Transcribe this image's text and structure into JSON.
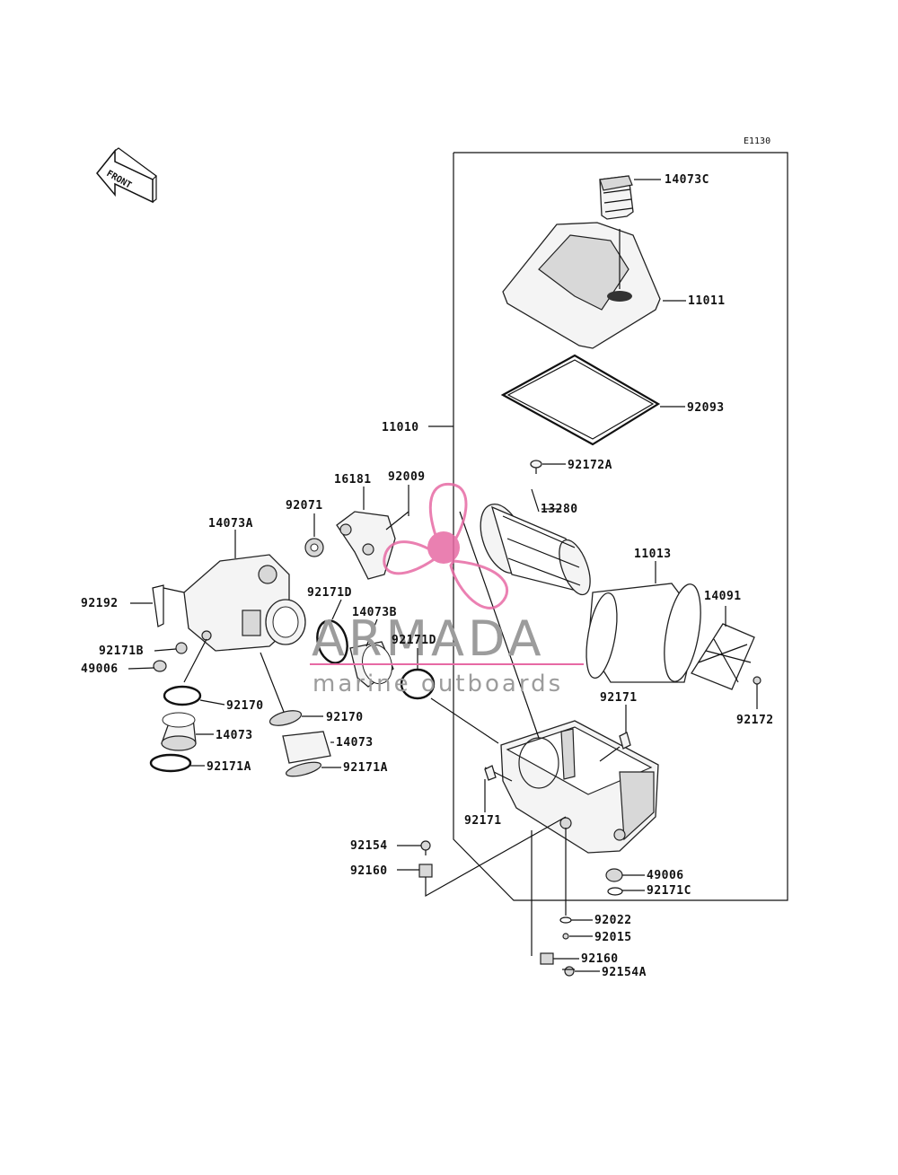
{
  "diagram_code": "E1130",
  "front_label": "FRONT",
  "watermark": {
    "brand": "ARMADA",
    "tagline": "marine outboards",
    "color": "#e76aa4"
  },
  "parts": [
    {
      "id": "p14073C",
      "label": "14073C"
    },
    {
      "id": "p11011",
      "label": "11011"
    },
    {
      "id": "p92093",
      "label": "92093"
    },
    {
      "id": "p11010",
      "label": "11010"
    },
    {
      "id": "p92172A",
      "label": "92172A"
    },
    {
      "id": "p16181",
      "label": "16181"
    },
    {
      "id": "p92009",
      "label": "92009"
    },
    {
      "id": "p92071",
      "label": "92071"
    },
    {
      "id": "p13280",
      "label": "13280"
    },
    {
      "id": "p14073A",
      "label": "14073A"
    },
    {
      "id": "p11013",
      "label": "11013"
    },
    {
      "id": "p14091",
      "label": "14091"
    },
    {
      "id": "p92192",
      "label": "92192"
    },
    {
      "id": "p92171D_a",
      "label": "92171D"
    },
    {
      "id": "p14073B",
      "label": "14073B"
    },
    {
      "id": "p92171D_b",
      "label": "92171D"
    },
    {
      "id": "p92171B",
      "label": "92171B"
    },
    {
      "id": "p49006_a",
      "label": "49006"
    },
    {
      "id": "p92171_a",
      "label": "92171"
    },
    {
      "id": "p92172",
      "label": "92172"
    },
    {
      "id": "p92170_a",
      "label": "92170"
    },
    {
      "id": "p92170_b",
      "label": "92170"
    },
    {
      "id": "p14073_a",
      "label": "14073"
    },
    {
      "id": "p14073_b",
      "label": "14073"
    },
    {
      "id": "p92171A_a",
      "label": "92171A"
    },
    {
      "id": "p92171A_b",
      "label": "92171A"
    },
    {
      "id": "p92171_b",
      "label": "92171"
    },
    {
      "id": "p92154",
      "label": "92154"
    },
    {
      "id": "p92160_a",
      "label": "92160"
    },
    {
      "id": "p49006_b",
      "label": "49006"
    },
    {
      "id": "p92171C",
      "label": "92171C"
    },
    {
      "id": "p92022",
      "label": "92022"
    },
    {
      "id": "p92015",
      "label": "92015"
    },
    {
      "id": "p92160_b",
      "label": "92160"
    },
    {
      "id": "p92154A",
      "label": "92154A"
    }
  ]
}
